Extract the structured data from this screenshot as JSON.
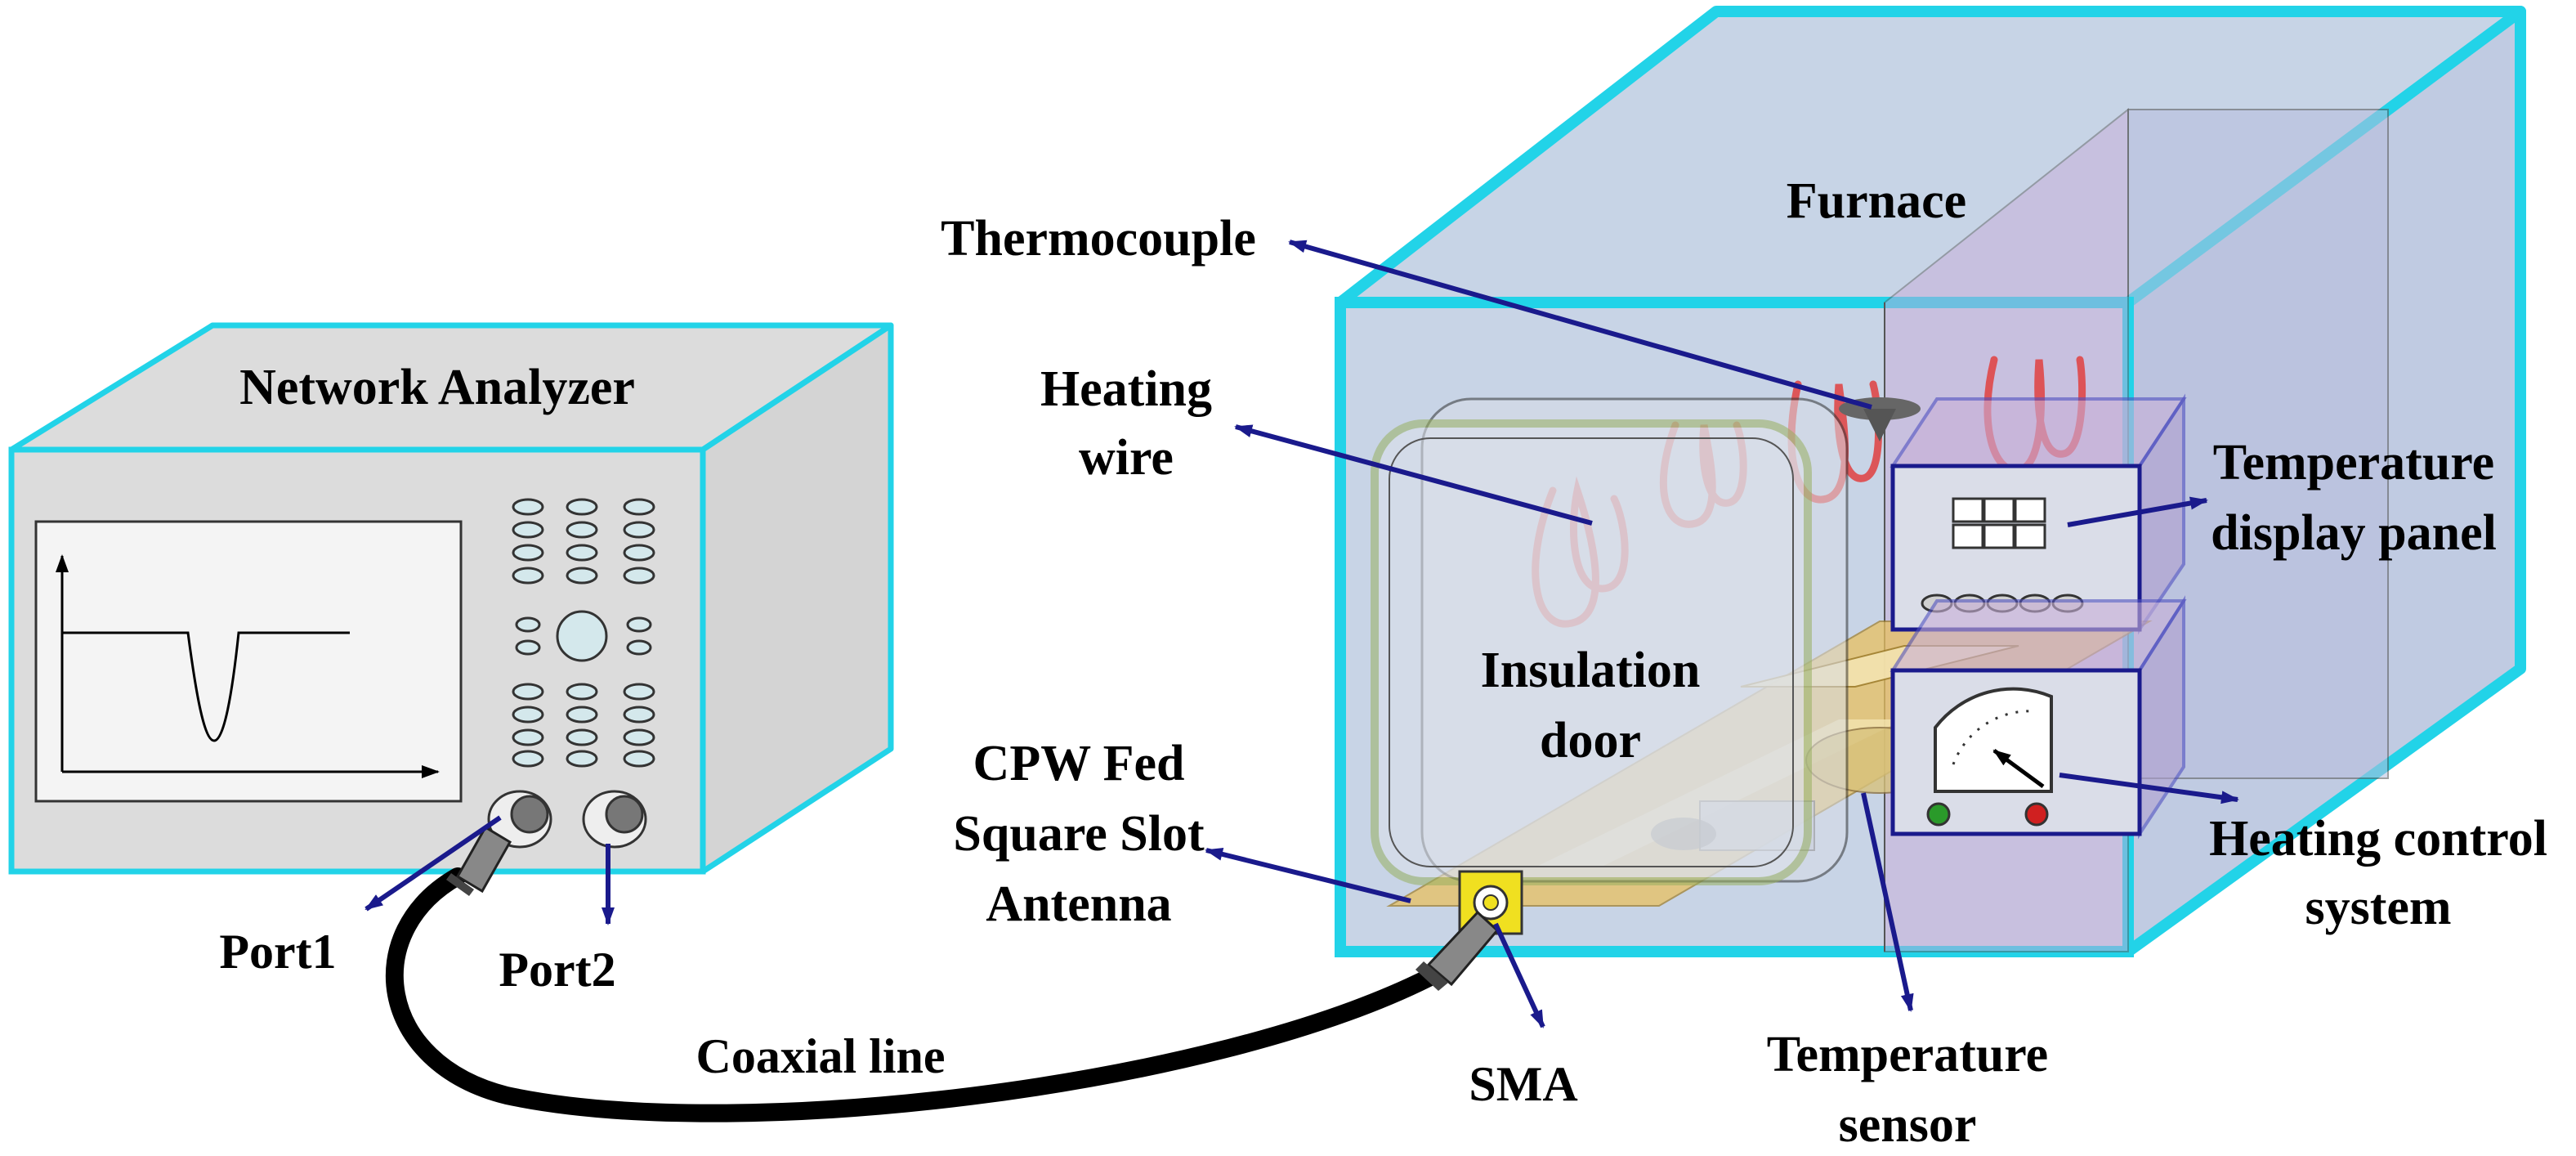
{
  "labels": {
    "network_analyzer": "Network Analyzer",
    "furnace": "Furnace",
    "thermocouple": "Thermocouple",
    "heating_wire_line1": "Heating",
    "heating_wire_line2": "wire",
    "temperature_display_line1": "Temperature",
    "temperature_display_line2": "display panel",
    "insulation_door_line1": "Insulation",
    "insulation_door_line2": "door",
    "antenna_line1": "CPW Fed",
    "antenna_line2": "Square Slot",
    "antenna_line3": "Antenna",
    "heating_control_line1": "Heating control",
    "heating_control_line2": "system",
    "port1": "Port1",
    "port2": "Port2",
    "coaxial_line": "Coaxial line",
    "sma": "SMA",
    "temperature_sensor_line1": "Temperature",
    "temperature_sensor_line2": "sensor"
  },
  "colors": {
    "box_outline": "#22d3e8",
    "arrow": "#1a1a8c",
    "heating_wire": "#e04040",
    "furnace_fill": "#c4d2e6",
    "analyzer_fill": "#dcdcdc",
    "antenna_board": "#e8c060",
    "sma_connector": "#f0e020"
  },
  "icons": {
    "screen_trace": "s11-resonance-dip-icon",
    "keypad": "keypad-buttons-icon",
    "heater": "heating-coil-icon",
    "gauge": "dial-gauge-icon"
  }
}
